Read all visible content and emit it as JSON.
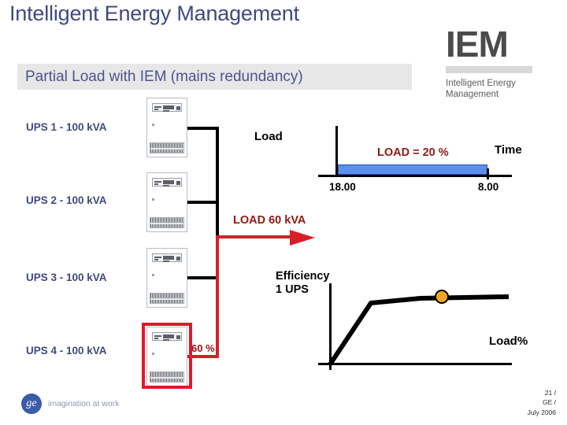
{
  "slide": {
    "title": "Intelligent Energy Management",
    "section_banner": "Partial Load with IEM (mains redundancy)",
    "banner_bg": "#e7e7e7",
    "title_color": "#3f4a7e"
  },
  "iem_logo": {
    "mark": "IEM",
    "subtitle_line1": "Intelligent Energy",
    "subtitle_line2": "Management",
    "mark_color": "#4b4b4b"
  },
  "diagram": {
    "ups_units": [
      {
        "label": "UPS 1 - 100 kVA",
        "highlighted": "false"
      },
      {
        "label": "UPS 2 - 100 kVA",
        "highlighted": "false"
      },
      {
        "label": "UPS 3 - 100 kVA",
        "highlighted": "false"
      },
      {
        "label": "UPS 4 - 100 kVA",
        "highlighted": "true"
      }
    ],
    "active_ups_load_pct": "60 %",
    "load_callout": "LOAD 60 kVA",
    "bus_color_standby": "#000000",
    "bus_color_active": "#d81f26",
    "highlight_color": "#e0182d"
  },
  "chart_data": [
    {
      "type": "bar",
      "name": "load-vs-time",
      "title": "",
      "xlabel": "Time",
      "ylabel": "Load",
      "categories": [
        "18.00",
        "8.00"
      ],
      "tick_labels": [
        "18.00",
        "8.00"
      ],
      "annotation": "LOAD = 20 %",
      "values": [
        20
      ],
      "ylim": [
        0,
        100
      ],
      "bar_color": "#5b8ff0",
      "bar_border": "#2d4fa8",
      "annotation_color": "#8f1a14",
      "grid": "off",
      "legend": "none"
    },
    {
      "type": "line",
      "name": "efficiency-vs-load",
      "title": "",
      "xlabel": "Load%",
      "ylabel": "Efficiency 1 UPS",
      "ylabel_line1": "Efficiency",
      "ylabel_line2": "1 UPS",
      "x": [
        0,
        27,
        100
      ],
      "y": [
        0,
        92,
        95
      ],
      "marker_point": {
        "x": 60,
        "y": 95,
        "color": "#F5A623"
      },
      "line_color": "#000000",
      "grid": "off",
      "legend": "none"
    }
  ],
  "footer": {
    "ge_mark": "ge",
    "ge_tagline": "imagination at work",
    "meta_line1": "21 /",
    "meta_line2": "GE /",
    "meta_line3": "July 2006"
  }
}
